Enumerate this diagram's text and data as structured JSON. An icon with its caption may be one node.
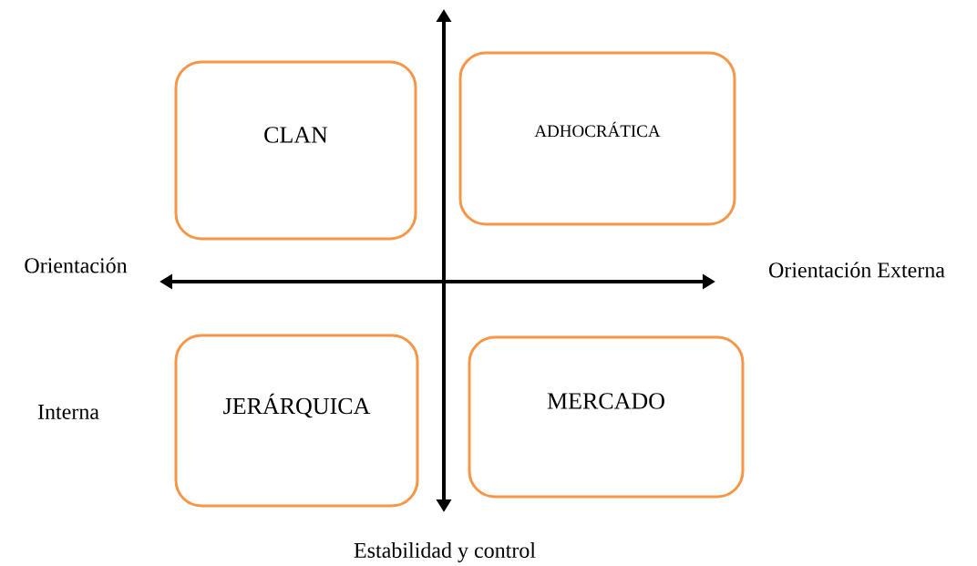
{
  "diagram": {
    "nodes": [
      {
        "text": [
          "CLAN"
        ]
      },
      {
        "text": [
          "ADHOCRÁTICA"
        ]
      },
      {
        "text": [
          "JERÁRQUICA"
        ]
      },
      {
        "text": [
          "MERCADO"
        ]
      }
    ],
    "labels": [
      "Orientación",
      "Orientación Externa",
      "Interna",
      "Estabilidad y control"
    ]
  }
}
